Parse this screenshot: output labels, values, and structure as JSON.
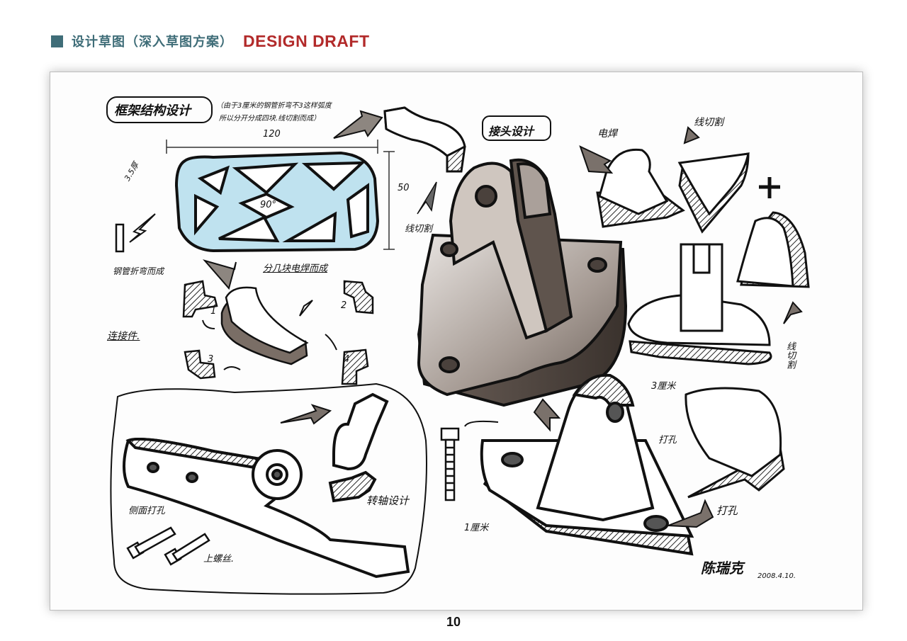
{
  "header": {
    "title_cn": "设计草图（深入草图方案）",
    "title_en": "DESIGN DRAFT",
    "accent_color": "#3f6d78",
    "brand_color": "#b22a2a"
  },
  "sketch": {
    "frame_label": "框架结构设计",
    "frame_note_line1": "（由于3厘米的钢管折弯不3这样弧度",
    "frame_note_line2": "所以分开分成四块.线切割而成）",
    "dim_width": "120",
    "dim_height": "50",
    "angle": "90°",
    "thickness": "3.5厚",
    "tube_label": "钢管折弯而成",
    "weld_label": "分几块电焊而成",
    "connector_label": "连接件.",
    "wire_cut_1": "线切割",
    "joint_label": "接头设计",
    "weld_small": "电焊",
    "wire_cut_2": "线切割",
    "wire_cut_3": "线切割",
    "thickness_3": "3厘米",
    "drill_1": "打孔",
    "drill_2": "打孔",
    "thickness_1": "1厘米",
    "shaft_label": "转轴设计",
    "side_drill": "侧面打孔",
    "thread_label": "上螺丝.",
    "num_1": "1",
    "num_2": "2",
    "num_3": "3",
    "num_4": "4",
    "signature": "陈瑞克",
    "date": "2008.4.10."
  },
  "page": {
    "number": "10"
  }
}
